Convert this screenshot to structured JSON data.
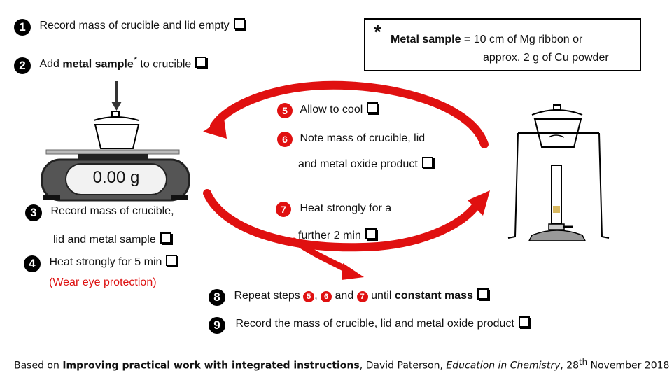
{
  "steps": {
    "s1": {
      "num": "1",
      "text": "Record mass of crucible and lid empty"
    },
    "s2": {
      "num": "2",
      "pre": "Add ",
      "bold": "metal sample",
      "sup": "*",
      "post": " to crucible"
    },
    "s3": {
      "num": "3",
      "line1": "Record mass of crucible,",
      "line2": "lid and metal sample"
    },
    "s4": {
      "num": "4",
      "line1": "Heat strongly for 5 min",
      "line2": "(Wear eye protection)"
    },
    "s5": {
      "num": "5",
      "text": "Allow to cool"
    },
    "s6": {
      "num": "6",
      "line1": "Note mass of crucible, lid",
      "line2": "and metal oxide product"
    },
    "s7": {
      "num": "7",
      "line1": "Heat strongly for a",
      "line2": "further 2 min"
    },
    "s8": {
      "num": "8",
      "pre": "Repeat steps ",
      "r1": "5",
      "sep": ", ",
      "r2": "6",
      "and": " and ",
      "r3": "7",
      "mid": " until ",
      "bold": "constant mass"
    },
    "s9": {
      "num": "9",
      "text": "Record the mass of crucible, lid and metal oxide product"
    }
  },
  "note": {
    "star": "*",
    "label": "Metal sample",
    "line1": " = 10 cm of Mg ribbon or",
    "line2": "approx. 2 g of Cu powder"
  },
  "balance": {
    "reading": "0.00 g"
  },
  "footer": {
    "pre": "Based on ",
    "title": "Improving practical work with integrated instructions",
    "mid": ", David Paterson, ",
    "journal": "Education in Chemistry",
    "sep": ", 28",
    "sup": "th",
    "post": " November 2018"
  },
  "colors": {
    "arrow": "#e01010",
    "accent_text": "#d11111"
  }
}
